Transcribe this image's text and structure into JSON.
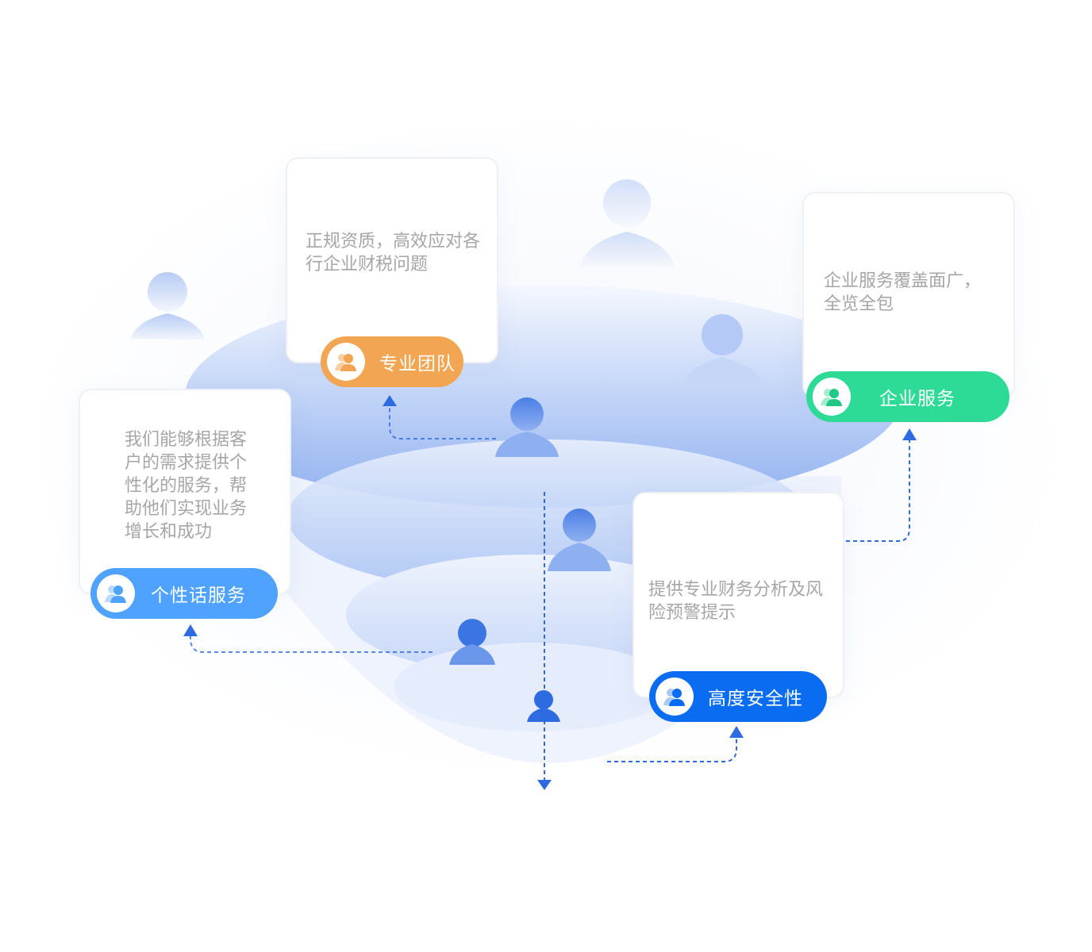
{
  "features": [
    {
      "id": "team",
      "description": "正规资质，高效应对各行企业财税问题",
      "label": "专业团队",
      "color": "#f2a552",
      "icon_light": "#f8cfa0",
      "icon": "team-icon"
    },
    {
      "id": "personal",
      "description": "我们能够根据客户的需求提供个性化的服务，帮助他们实现业务增长和成功",
      "label": "个性话服务",
      "color": "#4fa3ff",
      "icon_light": "#b9d9ff",
      "icon": "team-icon"
    },
    {
      "id": "enterprise",
      "description": "企业服务覆盖面广，全览全包",
      "label": "企业服务",
      "color": "#2edb96",
      "icon_light": "#a6ecd0",
      "icon": "team-icon"
    },
    {
      "id": "security",
      "description": "提供专业财务分析及风险预警提示",
      "label": "高度安全性",
      "color": "#0a6cf0",
      "icon_light": "#a9c9f7",
      "icon": "team-icon"
    }
  ],
  "colors": {
    "arrow": "#2f6be0",
    "layer_dark": "#8fb0f0",
    "layer_light": "#e8effc"
  }
}
